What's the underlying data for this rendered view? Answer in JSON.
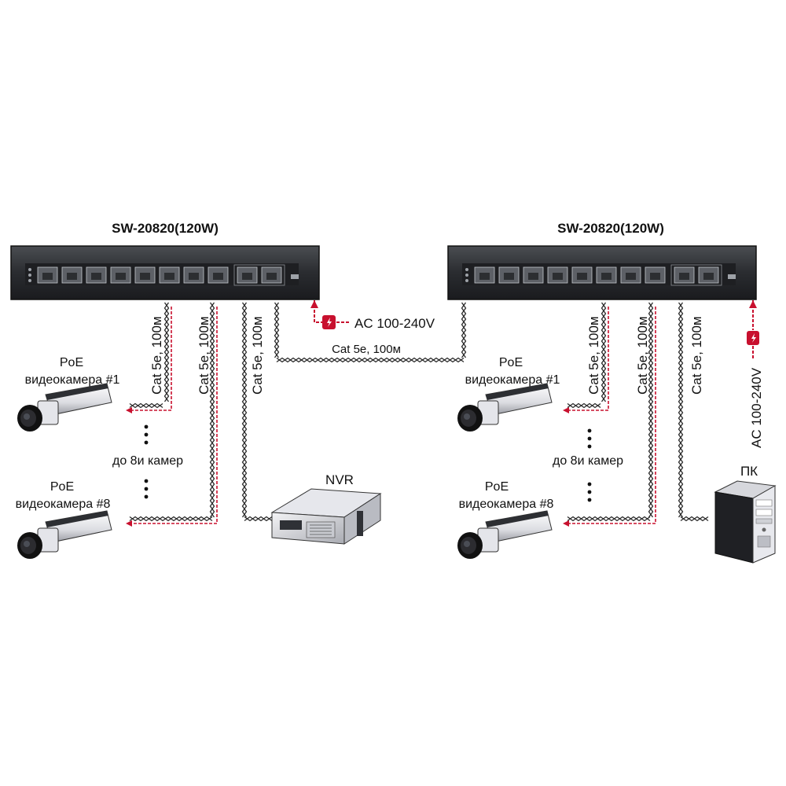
{
  "colors": {
    "cable": "#2b2b2b",
    "power": "#c8102e",
    "switch_body": "#2a2c30",
    "background": "#ffffff"
  },
  "left_switch": {
    "title": "SW-20820(120W)",
    "cable_cam1": "Cat 5e, 100м",
    "cable_cam8": "Cat 5e, 100м",
    "cable_nvr": "Cat 5e, 100м",
    "power_label": "AC 100-240V",
    "camera1": {
      "line1": "PoE",
      "line2": "видеокамера  #1"
    },
    "camera8": {
      "line1": "PoE",
      "line2": "видеокамера  #8"
    },
    "up_to": "до 8и камер",
    "nvr_label": "NVR"
  },
  "uplink": {
    "label": "Cat 5e, 100м"
  },
  "right_switch": {
    "title": "SW-20820(120W)",
    "cable_cam1": "Cat 5e, 100м",
    "cable_cam8": "Cat 5e, 100м",
    "cable_pc": "Cat 5e, 100м",
    "power_label": "AC 100-240V",
    "camera1": {
      "line1": "PoE",
      "line2": "видеокамера  #1"
    },
    "camera8": {
      "line1": "PoE",
      "line2": "видеокамера  #8"
    },
    "up_to": "до 8и камер",
    "pc_label": "ПК"
  },
  "icons": {
    "switch": "network-switch-icon",
    "camera": "cctv-camera-icon",
    "nvr": "nvr-rack-icon",
    "pc": "pc-tower-icon",
    "power": "power-plug-icon"
  }
}
